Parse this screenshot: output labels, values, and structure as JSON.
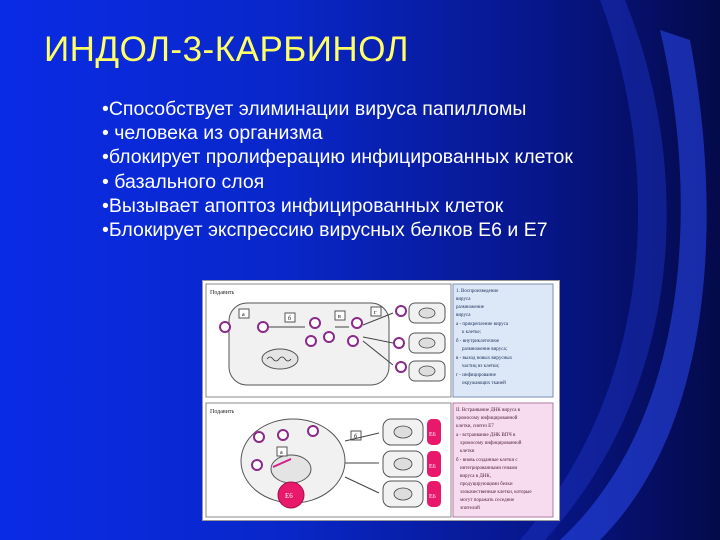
{
  "slide": {
    "title": "ИНДОЛ-3-КАРБИНОЛ",
    "bullets": [
      "•Способствует элиминации вируса папилломы",
      "• человека из организма",
      "•блокирует пролиферацию инфицированных клеток",
      "• базального слоя",
      "•Вызывает апоптоз инфицированных клеток",
      "•Блокирует экспрессию вирусных белков Е6 и Е7"
    ],
    "colors": {
      "background": "#0a2be6",
      "title": "#ffff66",
      "text": "#ffffff"
    }
  },
  "figure": {
    "top_panel_label": "Подавить",
    "top_caption": [
      "1. Воспроизведение",
      "вируса",
      "размножение",
      "вируса",
      "а - прикрепление вируса",
      "к клетке;",
      "б - внутриклеточное",
      "размножение вируса;",
      "в - выход новых вирусных",
      "частиц из клетки;",
      "г - инфицирование",
      "окружающих тканей"
    ],
    "bottom_panel_label": "Подавить",
    "bottom_caption": [
      "II. Встраивание ДНК вируса в",
      "хромосому инфицированной",
      "клетки, синтез Е7",
      "а - встраивание ДНК ВПЧ в",
      "хромосому инфицированной",
      "клетки",
      "б - вновь созданные клетки с",
      "интегрированными генами",
      "вируса в ДНК,",
      "продуцирующими белки",
      "злокачественные клетки, которые",
      "могут поражать соседние",
      "эпителий"
    ],
    "markers": {
      "a": "а",
      "b": "б",
      "v": "в",
      "g": "г"
    },
    "cell_tags": [
      "Е6",
      "Е6",
      "Е6"
    ],
    "e6_badge": "Е6"
  }
}
